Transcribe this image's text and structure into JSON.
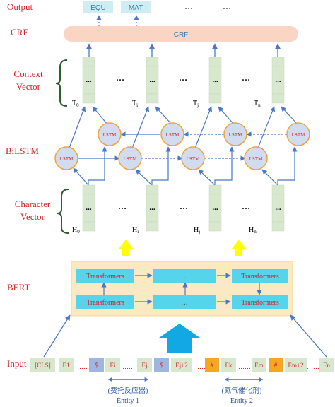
{
  "labels": {
    "output": "Output",
    "crf": "CRF",
    "context_vector_1": "Context",
    "context_vector_2": "Vector",
    "bilstm": "BiLSTM",
    "character_vector_1": "Character",
    "character_vector_2": "Vector",
    "bert": "BERT",
    "input": "Input"
  },
  "outputs": [
    "EQU",
    "MAT",
    "…",
    "…"
  ],
  "crf_bar": "CRF",
  "context_names": [
    "T",
    "T",
    "T",
    "T"
  ],
  "context_subs": [
    "0",
    "i",
    "j",
    "n"
  ],
  "vector_dots": "...",
  "between_dots": "…",
  "lstm_label": "LSTM",
  "char_names": [
    "H",
    "H",
    "H",
    "H"
  ],
  "char_subs": [
    "0",
    "i",
    "j",
    "n"
  ],
  "transformers": {
    "label": "Transformers",
    "middle": "…"
  },
  "tokens": [
    "[CLS]",
    "E1",
    "$",
    "Ei",
    "Ej",
    "$",
    "Ej+2",
    "#",
    "Ek",
    "Em",
    "#",
    "Em+2",
    "En"
  ],
  "token_dots": "……",
  "entity1_label": "(费托反应器)",
  "entity1_name": "Entity 1",
  "entity2_label": "(氮气催化剂)",
  "entity2_name": "Entity 2",
  "colors": {
    "red_label": "#d2232a",
    "green_cell": "#d8e8cf",
    "blue_line": "#4a78c2",
    "lstm_fill": "#d2dcf0",
    "lstm_stroke": "#f1a33a",
    "crf_fill": "#fbd5c4",
    "bert_fill": "#fbe9c2",
    "transformer_fill": "#55d4ec",
    "output_fill": "#cfeef3",
    "token_blue": "#9fb6de",
    "token_orange": "#f5a623",
    "big_arrow_yellow": "#ffff00",
    "big_arrow_blue": "#12a8e4"
  }
}
